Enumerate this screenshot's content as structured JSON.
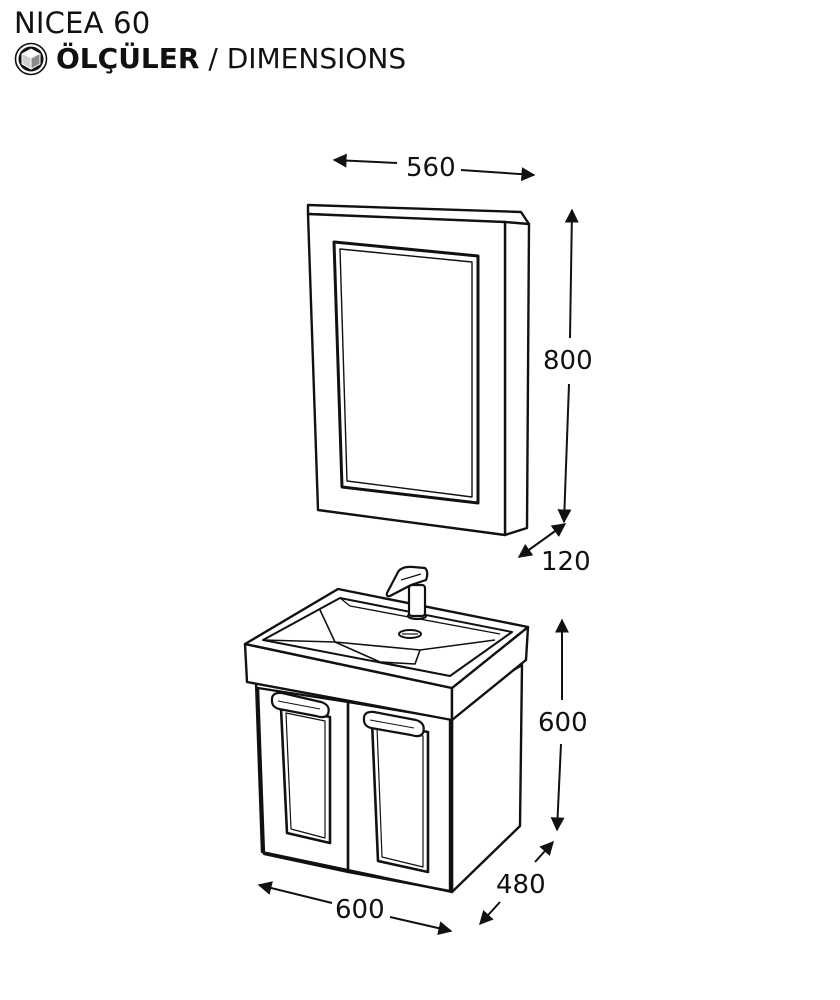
{
  "header": {
    "product_name": "NICEA 60",
    "dimensions_label_tr": "ÖLÇÜLER",
    "dimensions_separator": " / DIMENSIONS"
  },
  "icons": {
    "dimensions": "cube-dimensions-icon",
    "faucet": "faucet-icon",
    "drain": "sink-drain-icon",
    "handle": "door-handle-icon"
  },
  "dimensions": {
    "mirror_width": "560",
    "mirror_height": "800",
    "mirror_depth": "120",
    "cabinet_height": "600",
    "cabinet_depth": "480",
    "cabinet_width": "600"
  },
  "colors": {
    "line": "#111111",
    "background": "#ffffff"
  }
}
